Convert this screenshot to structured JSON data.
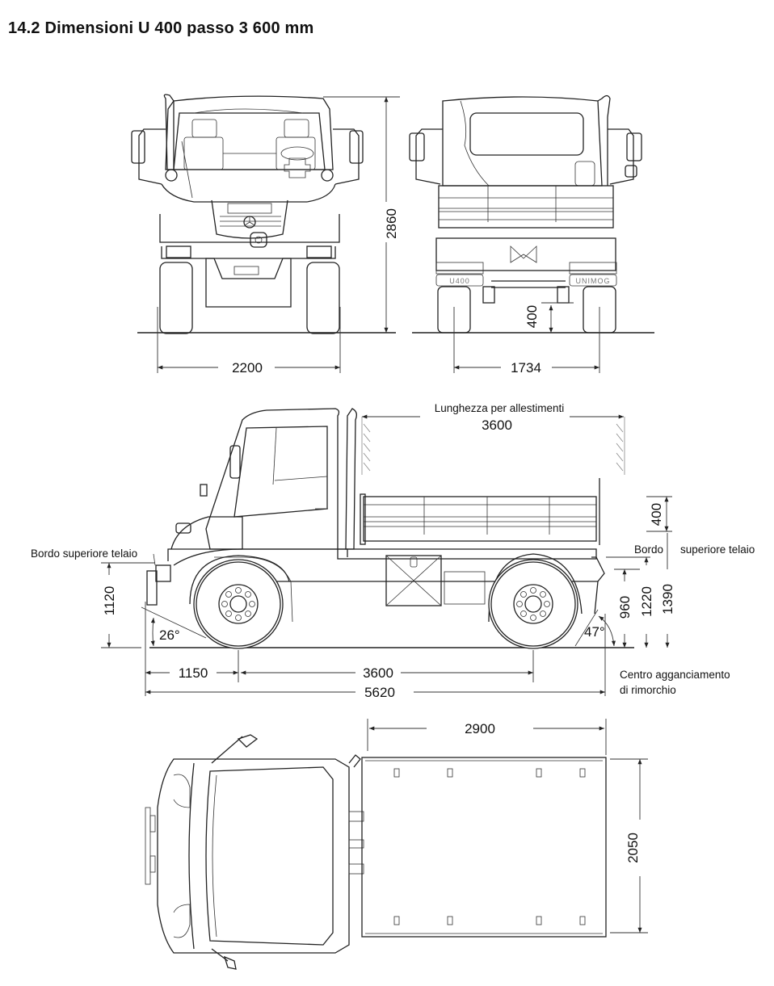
{
  "title": "14.2 Dimensioni U 400 passo 3 600 mm",
  "units": "mm",
  "views": {
    "front": {
      "height": "2860",
      "track_width": "2200"
    },
    "rear": {
      "track_width": "1734",
      "ground_clearance": "400",
      "plate_left": "U400",
      "plate_right": "UNIMOG"
    },
    "side": {
      "body_length_label": "Lunghezza per allestimenti",
      "body_length": "3600",
      "front_overhang": "1150",
      "wheelbase": "3600",
      "overall_length": "5620",
      "front_frame_label": "Bordo superiore telaio",
      "front_frame_height": "1120",
      "approach_angle": "26°",
      "departure_angle": "47°",
      "rear_frame_label_a": "Bordo",
      "rear_frame_label_b": "superiore telaio",
      "side_wall_height": "400",
      "hitch_height": "960",
      "frame_height_rear": "1220",
      "platform_height": "1390",
      "hitch_label_line1": "Centro agganciamento",
      "hitch_label_line2": "di rimorchio"
    },
    "top": {
      "bed_length": "2900",
      "bed_width": "2050"
    }
  }
}
